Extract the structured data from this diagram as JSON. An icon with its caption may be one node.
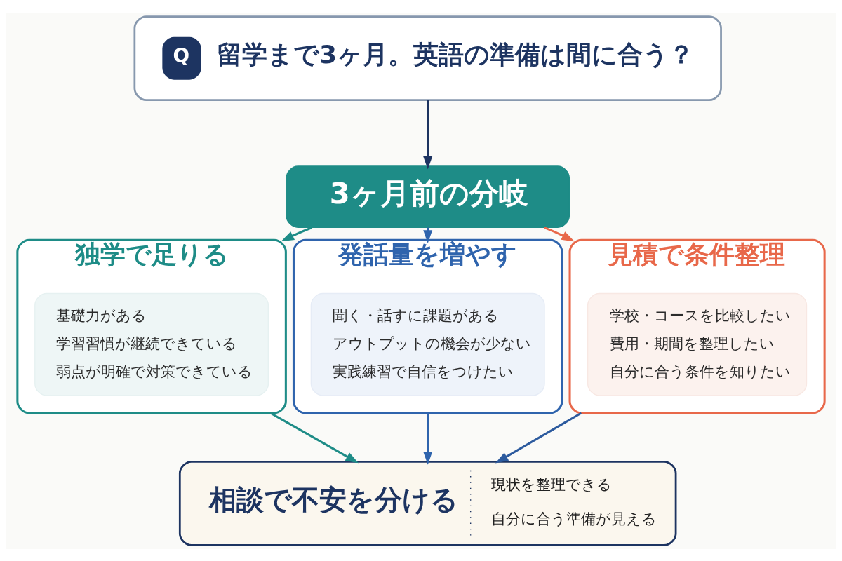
{
  "diagram": {
    "nodes": [
      {
        "text": [
          "Q",
          "留学まで3ヶ月。英語の準備は間に合う？"
        ]
      },
      {
        "text": [
          "3ヶ月前の分岐"
        ]
      },
      {
        "text": [
          "独学で足りる"
        ]
      },
      {
        "text": [
          "基礎力がある",
          "学習習慣が継続できている",
          "弱点が明確で対策できている"
        ],
        "in": 2
      },
      {
        "text": [
          "発話量を増やす"
        ]
      },
      {
        "text": [
          "聞く・話すに課題がある",
          "アウトプットの機会が少ない",
          "実践練習で自信をつけたい"
        ],
        "in": 4
      },
      {
        "text": [
          "見積で条件整理"
        ]
      },
      {
        "text": [
          "学校・コースを比較したい",
          "費用・期間を整理したい",
          "自分に合う条件を知りたい"
        ],
        "in": 6
      },
      {
        "text": [
          "相談で不安を分ける",
          "現状を整理できる",
          "自分に合う準備が見える"
        ]
      }
    ],
    "edges": [
      {
        "from": 0,
        "to": 1,
        "arrow": "to",
        "color": "#1d3461"
      },
      {
        "from": 1,
        "to": 2,
        "arrow": "to",
        "color": "#1e8c87"
      },
      {
        "from": 1,
        "to": 4,
        "arrow": "to",
        "color": "#2f64ad"
      },
      {
        "from": 1,
        "to": 6,
        "arrow": "to",
        "color": "#e8684a"
      },
      {
        "from": 2,
        "to": 8,
        "arrow": "to",
        "color": "#1e8c87"
      },
      {
        "from": 4,
        "to": 8,
        "arrow": "to",
        "color": "#2f64ad"
      },
      {
        "from": 6,
        "to": 8,
        "arrow": "to",
        "color": "#2c5a9e"
      }
    ]
  }
}
